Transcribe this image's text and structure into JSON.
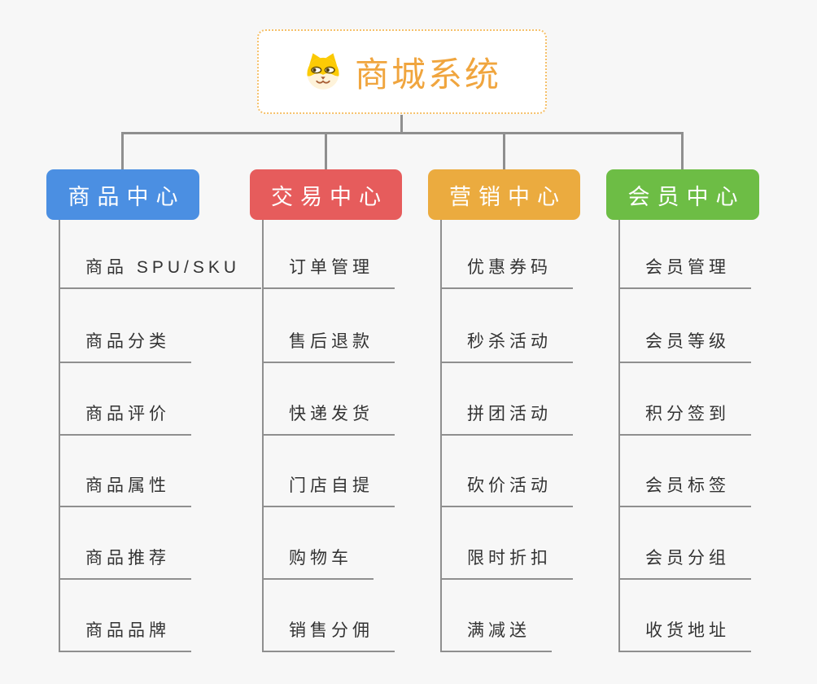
{
  "page": {
    "background_color": "#f7f7f7",
    "connector_color": "#8f8f8f",
    "child_text_color": "#333333"
  },
  "root": {
    "title": "商城系统",
    "icon": "shiba-dog-icon",
    "title_color": "#f0a53e",
    "border_color": "#f5c06a",
    "background": "#ffffff"
  },
  "branches": [
    {
      "id": "product-center",
      "label": "商品中心",
      "color": "#4b8fe2",
      "children": [
        "商品 SPU/SKU",
        "商品分类",
        "商品评价",
        "商品属性",
        "商品推荐",
        "商品品牌"
      ]
    },
    {
      "id": "trade-center",
      "label": "交易中心",
      "color": "#e65c5c",
      "children": [
        "订单管理",
        "售后退款",
        "快递发货",
        "门店自提",
        "购物车",
        "销售分佣"
      ]
    },
    {
      "id": "marketing-center",
      "label": "营销中心",
      "color": "#ebab3f",
      "children": [
        "优惠券码",
        "秒杀活动",
        "拼团活动",
        "砍价活动",
        "限时折扣",
        "满减送"
      ]
    },
    {
      "id": "member-center",
      "label": "会员中心",
      "color": "#6dbd45",
      "children": [
        "会员管理",
        "会员等级",
        "积分签到",
        "会员标签",
        "会员分组",
        "收货地址"
      ]
    }
  ]
}
